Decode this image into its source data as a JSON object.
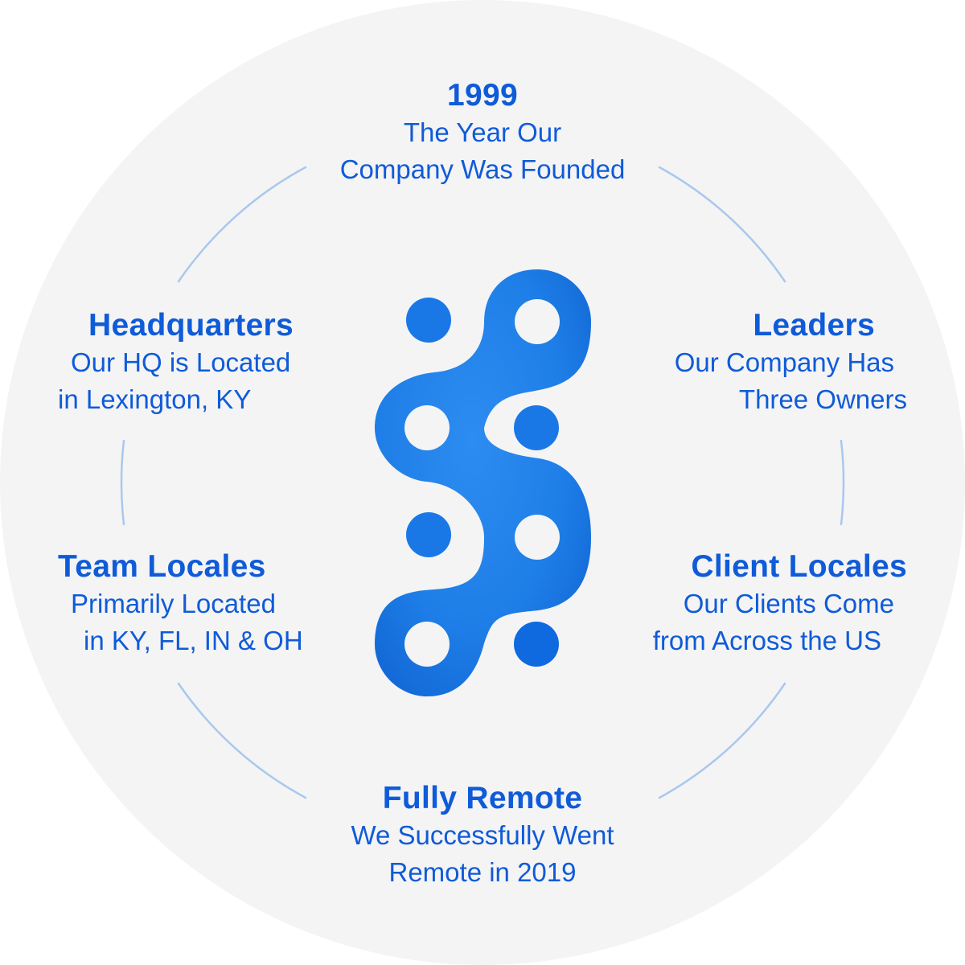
{
  "colors": {
    "disc_background": "#f4f4f5",
    "text_blue": "#0f5bd8",
    "logo_blue": "#1f7fe8",
    "divider_arc": "#a9c8ec"
  },
  "logo": {
    "icon": "stylized-s-chain-logo-icon"
  },
  "stats": {
    "founded": {
      "heading": "1999",
      "line1": "The Year Our",
      "line2": "Company Was Founded"
    },
    "leaders": {
      "heading": "Leaders",
      "line1": "Our Company Has",
      "line2": "Three Owners"
    },
    "client_locales": {
      "heading": "Client Locales",
      "line1": "Our Clients Come",
      "line2": "from Across the US"
    },
    "fully_remote": {
      "heading": "Fully Remote",
      "line1": "We Successfully Went",
      "line2": "Remote in 2019"
    },
    "team_locales": {
      "heading": "Team Locales",
      "line1": "Primarily Located",
      "line2": "in KY, FL, IN & OH"
    },
    "headquarters": {
      "heading": "Headquarters",
      "line1": "Our HQ is Located",
      "line2": "in Lexington, KY"
    }
  }
}
